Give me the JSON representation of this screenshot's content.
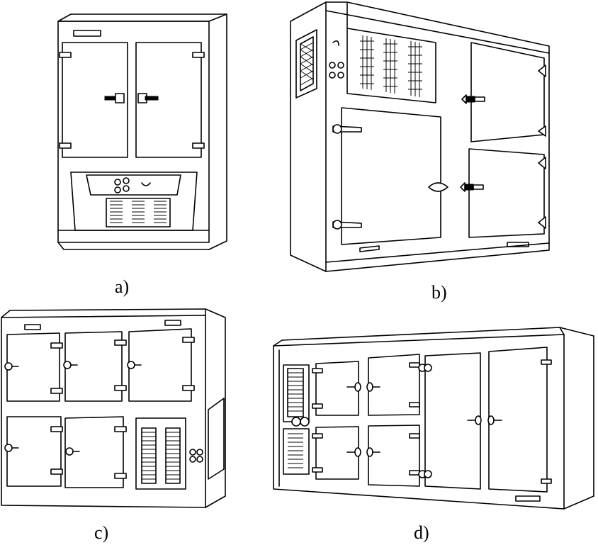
{
  "figure": {
    "panels": [
      {
        "id": "a",
        "caption": "a)"
      },
      {
        "id": "b",
        "caption": "b)"
      },
      {
        "id": "c",
        "caption": "c)"
      },
      {
        "id": "d",
        "caption": "d)"
      }
    ]
  }
}
